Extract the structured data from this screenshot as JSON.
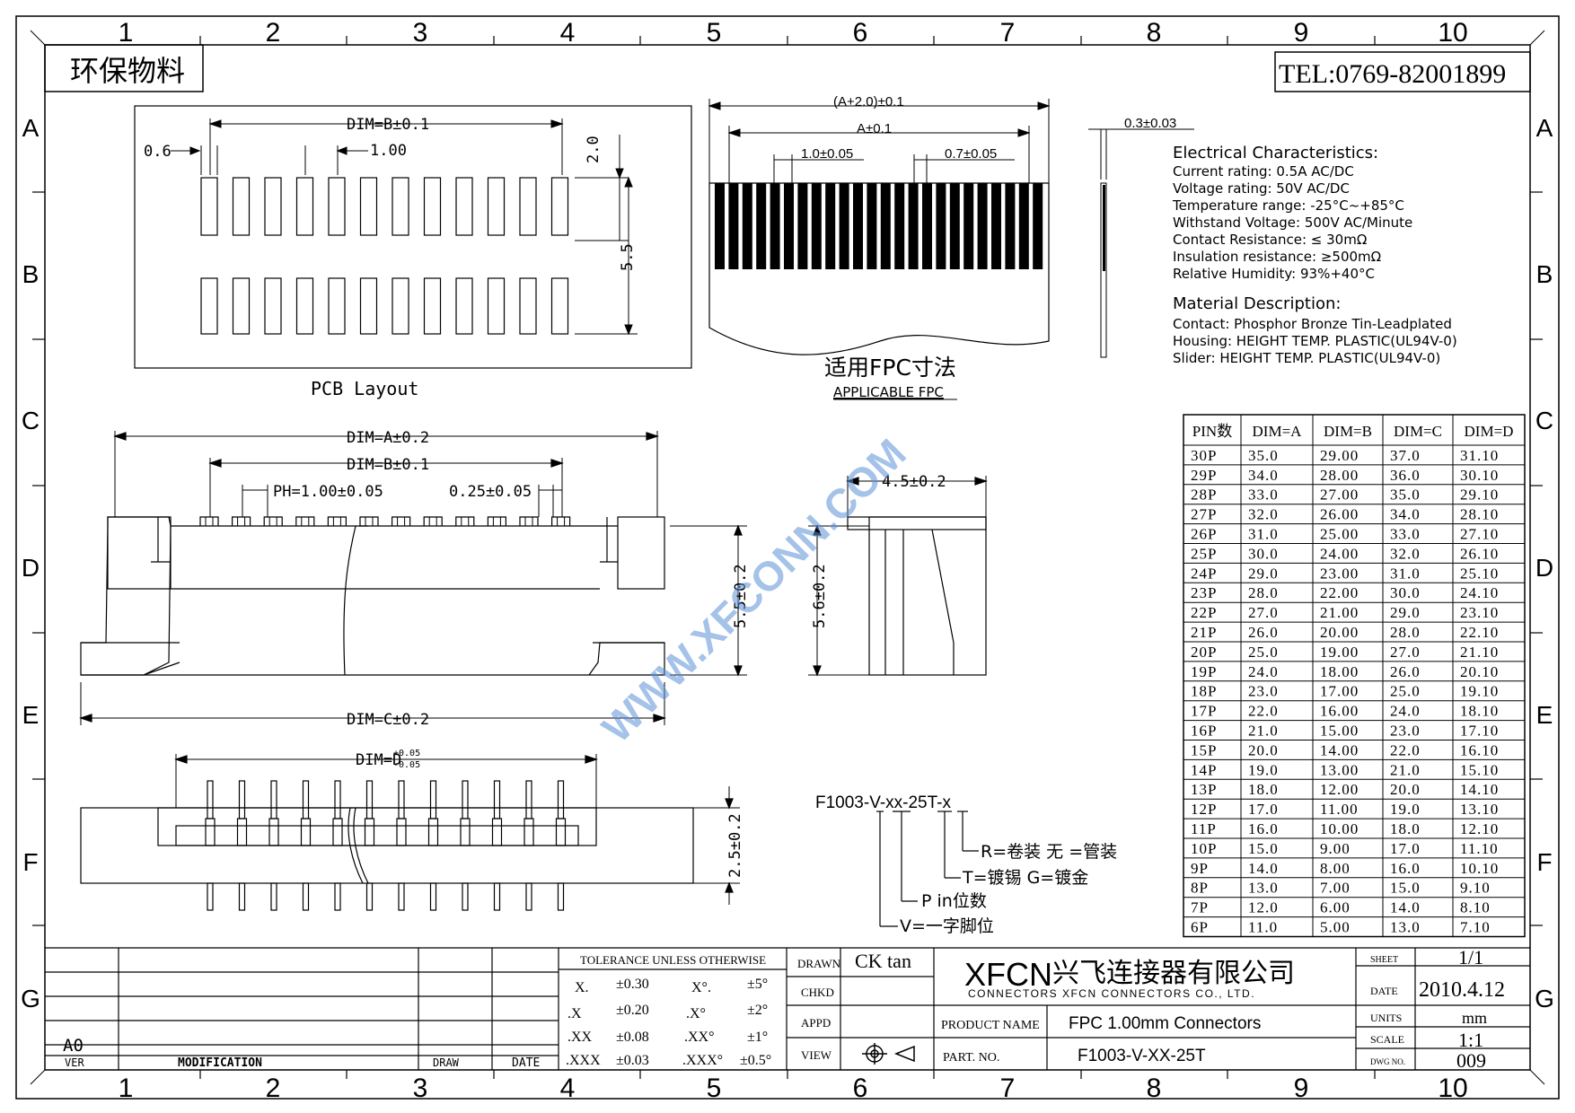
{
  "frame": {
    "columns": [
      "1",
      "2",
      "3",
      "4",
      "5",
      "6",
      "7",
      "8",
      "9",
      "10"
    ],
    "rows": [
      "A",
      "B",
      "C",
      "D",
      "E",
      "F",
      "G"
    ]
  },
  "corner_label": "环保物料",
  "tel": "TEL:0769-82001899",
  "watermark": "WWW.XFCONN.COM",
  "pcb": {
    "title": "PCB Layout",
    "dim_b": "DIM=B±0.1",
    "pitch_left": "0.6",
    "pitch": "1.00",
    "height_2": "2.0",
    "height_55": "5.5"
  },
  "fpc": {
    "dim_a2": "(A+2.0)±0.1",
    "dim_a": "A±0.1",
    "dim_10": "1.0±0.05",
    "dim_07": "0.7±0.05",
    "thickness": "0.3±0.03",
    "title_cn": "适用FPC寸法",
    "title_en": "APPLICABLE FPC"
  },
  "electrical": {
    "heading": "Electrical Characteristics:",
    "lines": [
      "Current rating: 0.5A AC/DC",
      "Voltage rating: 50V   AC/DC",
      "Temperature range: -25°C~+85°C",
      "Withstand Voltage: 500V AC/Minute",
      "Contact Resistance: ≤ 30mΩ",
      "Insulation resistance: ≥500mΩ",
      "Relative Humidity: 93%+40°C"
    ]
  },
  "material": {
    "heading": "Material Description:",
    "lines": [
      "Contact: Phosphor Bronze Tin-Leadplated",
      "Housing: HEIGHT TEMP. PLASTIC(UL94V-0)",
      "Slider: HEIGHT TEMP. PLASTIC(UL94V-0)"
    ]
  },
  "front_view": {
    "dim_a": "DIM=A±0.2",
    "dim_b": "DIM=B±0.1",
    "pitch": "PH=1.00±0.05",
    "pin_width": "0.25±0.05",
    "height": "5.5±0.2",
    "dim_c": "DIM=C±0.2"
  },
  "side_view": {
    "width": "4.5±0.2",
    "height": "5.6±0.2"
  },
  "bottom_view": {
    "dim_d": "DIM=D",
    "dim_d_tol_upper": "+0.05",
    "dim_d_tol_lower": "-0.05",
    "height": "2.5±0.2"
  },
  "part_code": {
    "code": "F1003-V-xx-25T-x",
    "legend": [
      "R=卷装 无 =管装",
      "T=镀锡 G=镀金",
      "P in位数",
      "V=一字脚位"
    ]
  },
  "pin_table": {
    "headers": [
      "PIN数",
      "DIM=A",
      "DIM=B",
      "DIM=C",
      "DIM=D"
    ],
    "rows": [
      [
        "30P",
        "35.0",
        "29.00",
        "37.0",
        "31.10"
      ],
      [
        "29P",
        "34.0",
        "28.00",
        "36.0",
        "30.10"
      ],
      [
        "28P",
        "33.0",
        "27.00",
        "35.0",
        "29.10"
      ],
      [
        "27P",
        "32.0",
        "26.00",
        "34.0",
        "28.10"
      ],
      [
        "26P",
        "31.0",
        "25.00",
        "33.0",
        "27.10"
      ],
      [
        "25P",
        "30.0",
        "24.00",
        "32.0",
        "26.10"
      ],
      [
        "24P",
        "29.0",
        "23.00",
        "31.0",
        "25.10"
      ],
      [
        "23P",
        "28.0",
        "22.00",
        "30.0",
        "24.10"
      ],
      [
        "22P",
        "27.0",
        "21.00",
        "29.0",
        "23.10"
      ],
      [
        "21P",
        "26.0",
        "20.00",
        "28.0",
        "22.10"
      ],
      [
        "20P",
        "25.0",
        "19.00",
        "27.0",
        "21.10"
      ],
      [
        "19P",
        "24.0",
        "18.00",
        "26.0",
        "20.10"
      ],
      [
        "18P",
        "23.0",
        "17.00",
        "25.0",
        "19.10"
      ],
      [
        "17P",
        "22.0",
        "16.00",
        "24.0",
        "18.10"
      ],
      [
        "16P",
        "21.0",
        "15.00",
        "23.0",
        "17.10"
      ],
      [
        "15P",
        "20.0",
        "14.00",
        "22.0",
        "16.10"
      ],
      [
        "14P",
        "19.0",
        "13.00",
        "21.0",
        "15.10"
      ],
      [
        "13P",
        "18.0",
        "12.00",
        "20.0",
        "14.10"
      ],
      [
        "12P",
        "17.0",
        "11.00",
        "19.0",
        "13.10"
      ],
      [
        "11P",
        "16.0",
        "10.00",
        "18.0",
        "12.10"
      ],
      [
        "10P",
        "15.0",
        "9.00",
        "17.0",
        "11.10"
      ],
      [
        "9P",
        "14.0",
        "8.00",
        "16.0",
        "10.10"
      ],
      [
        "8P",
        "13.0",
        "7.00",
        "15.0",
        "9.10"
      ],
      [
        "7P",
        "12.0",
        "6.00",
        "14.0",
        "8.10"
      ],
      [
        "6P",
        "11.0",
        "5.00",
        "13.0",
        "7.10"
      ]
    ]
  },
  "revision": {
    "ver_value": "A0",
    "labels": [
      "VER",
      "MODIFICATION",
      "DRAW",
      "DATE"
    ]
  },
  "tolerance": {
    "title": "TOLERANCE UNLESS OTHERWISE",
    "rows": [
      [
        "X.",
        "±0.30",
        "X°.",
        "±5°"
      ],
      [
        ".X",
        "±0.20",
        ".X°",
        "±2°"
      ],
      [
        ".XX",
        "±0.08",
        ".XX°",
        "±1°"
      ],
      [
        ".XXX",
        "±0.03",
        ".XXX°",
        "±0.5°"
      ]
    ]
  },
  "approvals": {
    "labels": [
      "DRAWN",
      "CHKD",
      "APPD",
      "VIEW"
    ],
    "drawn_value": "CK tan"
  },
  "company": {
    "logo": "XFCN",
    "name_cn": "兴飞连接器有限公司",
    "name_en": "CONNECTORS XFCN CONNECTORS CO., LTD."
  },
  "product": {
    "name_label": "PRODUCT NAME",
    "name_value": "FPC 1.00mm Connectors",
    "part_label": "PART. NO.",
    "part_value": "F1003-V-XX-25T"
  },
  "sheet_info": {
    "labels": [
      "SHEET",
      "DATE",
      "UNITS",
      "SCALE",
      "DWG NO."
    ],
    "values": [
      "1/1",
      "2010.4.12",
      "mm",
      "1:1",
      "009"
    ]
  }
}
